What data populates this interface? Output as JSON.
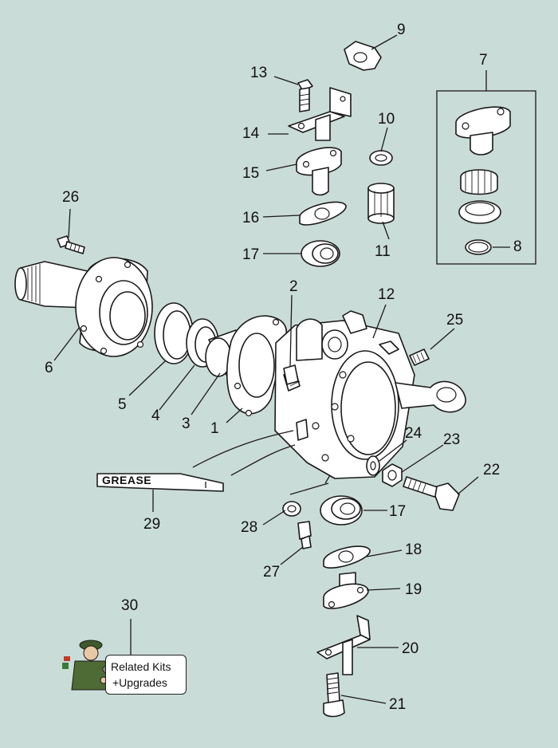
{
  "diagram": {
    "callouts": [
      "1",
      "2",
      "3",
      "4",
      "5",
      "6",
      "7",
      "8",
      "9",
      "10",
      "11",
      "12",
      "13",
      "14",
      "15",
      "16",
      "17",
      "17",
      "18",
      "19",
      "20",
      "21",
      "22",
      "23",
      "24",
      "25",
      "26",
      "27",
      "28",
      "29",
      "30"
    ],
    "grease_label": "GREASE",
    "kit_badge": {
      "line1": "Related Kits",
      "line2": "+Upgrades"
    }
  }
}
